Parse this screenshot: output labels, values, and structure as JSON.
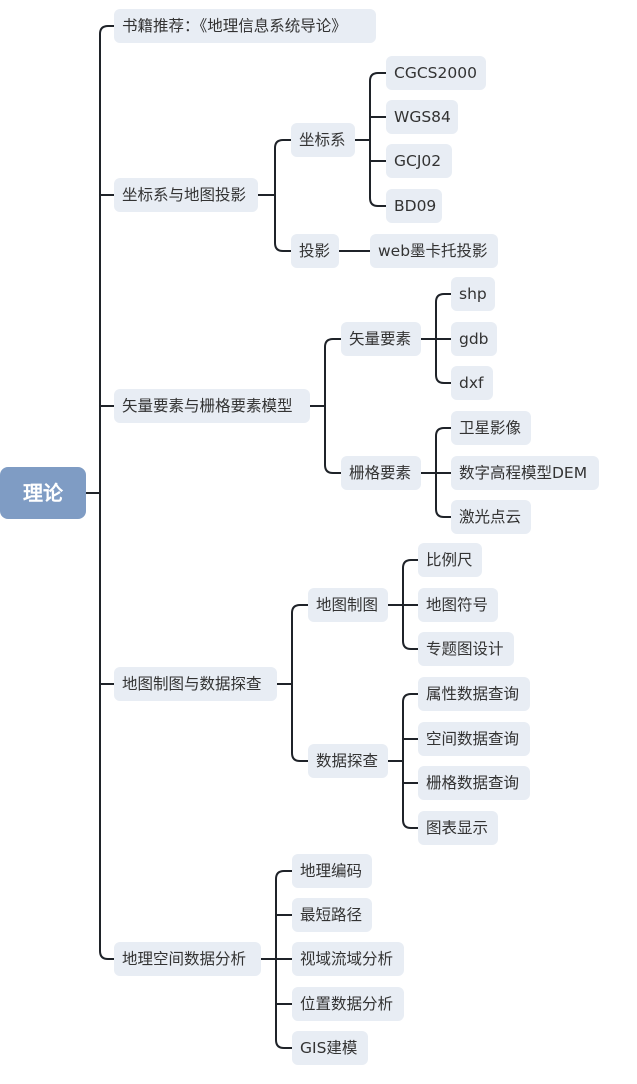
{
  "mindmap": {
    "root": "理论",
    "branches": [
      {
        "label": "书籍推荐：《地理信息系统导论》"
      },
      {
        "label": "坐标系与地图投影",
        "children": [
          {
            "label": "坐标系",
            "children": [
              {
                "label": "CGCS2000"
              },
              {
                "label": "WGS84"
              },
              {
                "label": "GCJ02"
              },
              {
                "label": "BD09"
              }
            ]
          },
          {
            "label": "投影",
            "children": [
              {
                "label": "web墨卡托投影"
              }
            ]
          }
        ]
      },
      {
        "label": "矢量要素与栅格要素模型",
        "children": [
          {
            "label": "矢量要素",
            "children": [
              {
                "label": "shp"
              },
              {
                "label": "gdb"
              },
              {
                "label": "dxf"
              }
            ]
          },
          {
            "label": "栅格要素",
            "children": [
              {
                "label": "卫星影像"
              },
              {
                "label": "数字高程模型DEM"
              },
              {
                "label": "激光点云"
              }
            ]
          }
        ]
      },
      {
        "label": "地图制图与数据探查",
        "children": [
          {
            "label": "地图制图",
            "children": [
              {
                "label": "比例尺"
              },
              {
                "label": "地图符号"
              },
              {
                "label": "专题图设计"
              }
            ]
          },
          {
            "label": "数据探查",
            "children": [
              {
                "label": "属性数据查询"
              },
              {
                "label": "空间数据查询"
              },
              {
                "label": "栅格数据查询"
              },
              {
                "label": "图表显示"
              }
            ]
          }
        ]
      },
      {
        "label": "地理空间数据分析",
        "children": [
          {
            "label": "地理编码"
          },
          {
            "label": "最短路径"
          },
          {
            "label": "视域流域分析"
          },
          {
            "label": "位置数据分析"
          },
          {
            "label": "GIS建模"
          }
        ]
      }
    ]
  },
  "colors": {
    "root_fill": "#7f9cc4",
    "node_fill": "#e8edf4",
    "line": "#1f2329",
    "text": "#333333"
  }
}
